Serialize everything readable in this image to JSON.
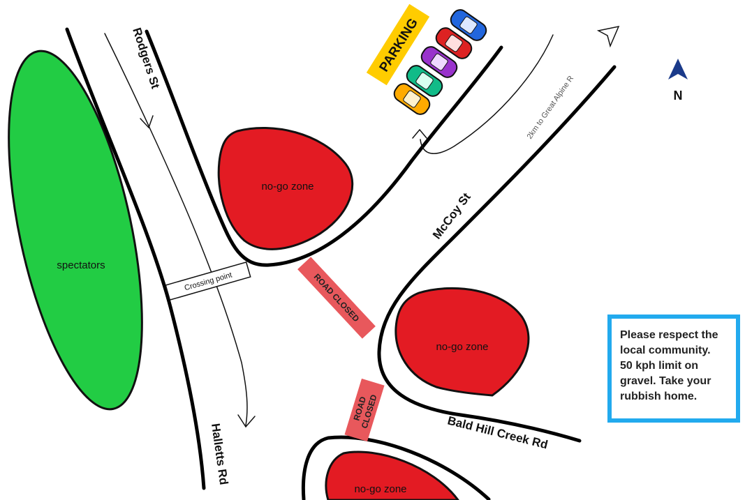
{
  "map": {
    "zones": [
      {
        "label": "no-go zone",
        "color": "#e31b23"
      },
      {
        "label": "no-go zone",
        "color": "#e31b23"
      },
      {
        "label": "no-go zone",
        "color": "#e31b23"
      }
    ],
    "spectators": {
      "label": "spectators",
      "color": "#22cc44"
    },
    "parking": {
      "label": "PARKING",
      "sign_color": "#ffcc00",
      "car_colors": [
        "#2266dd",
        "#dd2222",
        "#9933cc",
        "#11bb88",
        "#ffaa00"
      ]
    },
    "roads": {
      "rodgers": "Rodgers St",
      "mccoy": "McCoy St",
      "bald_hill": "Bald Hill Creek Rd",
      "halletts": "Halletts Rd"
    },
    "crossing": "Crossing point",
    "road_closed": [
      "ROAD CLOSED",
      "ROAD",
      "CLOSED"
    ],
    "road_closed_color": "#e8585c",
    "direction_note": "2km to Great Alpine R",
    "compass_label": "N",
    "compass_color": "#1a3a8a"
  },
  "notice": {
    "lines": [
      "Please respect the",
      "local community.",
      "50 kph limit on",
      "gravel. Take your",
      "rubbish home."
    ],
    "border_color": "#22aaee"
  }
}
